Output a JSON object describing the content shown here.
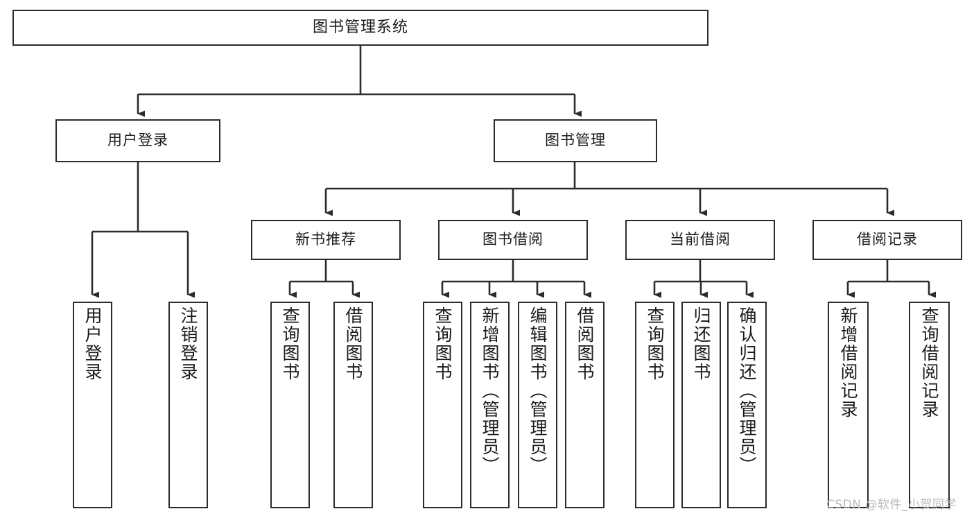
{
  "diagram": {
    "title": "图书管理系统",
    "type": "tree-hierarchy",
    "watermark": "CSDN @软件_小贺同学",
    "colors": {
      "box_border": "#2b2b2b",
      "box_fill": "#ffffff",
      "edge": "#2b2b2b",
      "text": "#1a1a1a",
      "watermark": "#b9b9b9"
    },
    "nodes": {
      "root": {
        "label": "图书管理系统"
      },
      "level2": [
        {
          "id": "user-login",
          "label": "用户登录"
        },
        {
          "id": "book-management",
          "label": "图书管理"
        }
      ],
      "level3": [
        {
          "id": "new-book-recommend",
          "label": "新书推荐"
        },
        {
          "id": "book-borrow",
          "label": "图书借阅"
        },
        {
          "id": "current-borrow",
          "label": "当前借阅"
        },
        {
          "id": "borrow-record",
          "label": "借阅记录"
        }
      ],
      "leaves": {
        "user_login": [
          {
            "id": "leaf-user-login",
            "label": "用户登录"
          },
          {
            "id": "leaf-logout-login",
            "label": "注销登录"
          }
        ],
        "new_book_recommend": [
          {
            "id": "leaf-query-book-1",
            "label": "查询图书"
          },
          {
            "id": "leaf-borrow-book-1",
            "label": "借阅图书"
          }
        ],
        "book_borrow": [
          {
            "id": "leaf-query-book-2",
            "label": "查询图书"
          },
          {
            "id": "leaf-add-book",
            "label": "新增图书（管理员）"
          },
          {
            "id": "leaf-edit-book",
            "label": "编辑图书（管理员）"
          },
          {
            "id": "leaf-borrow-book-2",
            "label": "借阅图书"
          }
        ],
        "current_borrow": [
          {
            "id": "leaf-query-book-3",
            "label": "查询图书"
          },
          {
            "id": "leaf-return-book",
            "label": "归还图书"
          },
          {
            "id": "leaf-confirm-return",
            "label": "确认归还（管理员）"
          }
        ],
        "borrow_record": [
          {
            "id": "leaf-add-borrow-record",
            "label": "新增借阅记录"
          },
          {
            "id": "leaf-query-borrow-record",
            "label": "查询借阅记录"
          }
        ]
      }
    }
  }
}
